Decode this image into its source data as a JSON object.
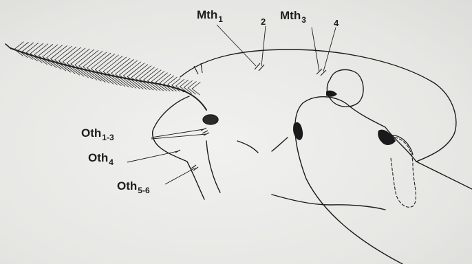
{
  "labels": {
    "mth1": {
      "main": "Mth",
      "sub": "1"
    },
    "mth2": "2",
    "mth3": {
      "main": "Mth",
      "sub": "3"
    },
    "mth4": "4",
    "oth13": {
      "main": "Oth",
      "sub": "1-3"
    },
    "oth4": {
      "main": "Oth",
      "sub": "4"
    },
    "oth56": {
      "main": "Oth",
      "sub": "5-6"
    }
  }
}
